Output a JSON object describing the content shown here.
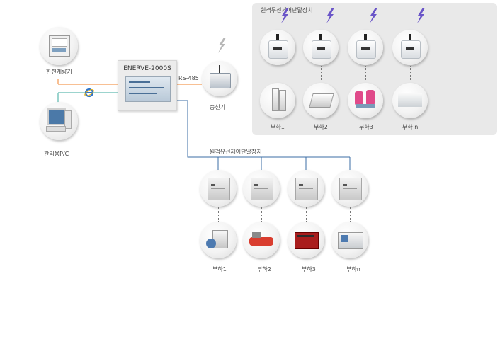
{
  "wireless_group": {
    "title": "원격무선제어단말장치",
    "loads": [
      "부하1",
      "부하2",
      "부하3",
      "부하 n"
    ]
  },
  "wired_group": {
    "title": "원격유선제어단말장치",
    "loads": [
      "부하1",
      "부하2",
      "부하3",
      "부하n"
    ]
  },
  "controller": {
    "name": "ENERVE-2000S"
  },
  "link_label": "RS-485",
  "transmitter": {
    "label": "송신기"
  },
  "meter": {
    "label": "한전계량기"
  },
  "pc": {
    "label": "관리용P/C"
  },
  "colors": {
    "orange_line": "#f0822a",
    "teal_line": "#38a89d",
    "blue_line": "#3b6ea5",
    "lightning": "#6a55c8",
    "panel": "#e9e9e9"
  },
  "icons": [
    "lightning-icon",
    "internet-explorer-icon",
    "antenna-icon"
  ]
}
